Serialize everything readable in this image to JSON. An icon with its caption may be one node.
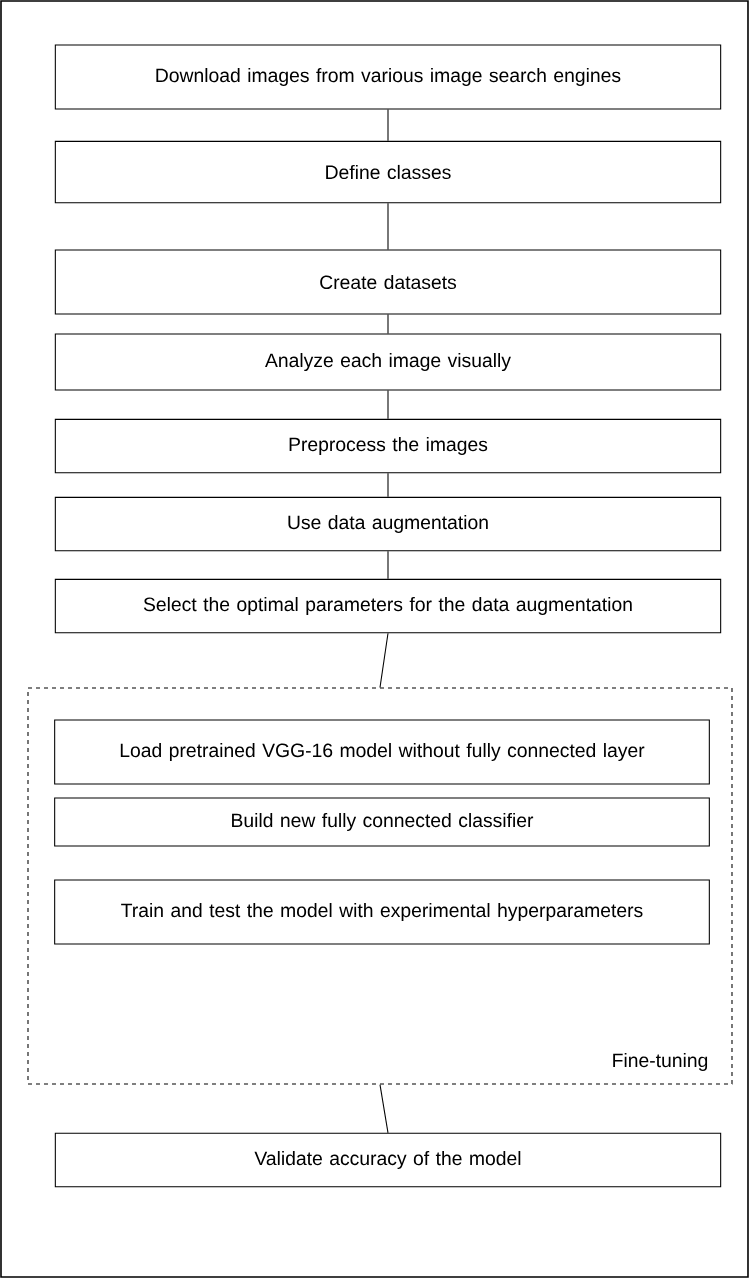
{
  "diagram": {
    "nodes": [
      {
        "text": [
          "Download images from various image search engines"
        ]
      },
      {
        "text": [
          "Define classes"
        ]
      },
      {
        "text": [
          "Create datasets"
        ]
      },
      {
        "text": [
          "Analyze each image visually"
        ]
      },
      {
        "text": [
          "Preprocess the images"
        ]
      },
      {
        "text": [
          "Use data augmentation"
        ]
      },
      {
        "text": [
          "Select the optimal parameters for the data augmentation"
        ]
      },
      {
        "text": [
          "Fine-tuning"
        ]
      },
      {
        "text": [
          "Load pretrained VGG-16 model without fully connected layer"
        ],
        "in": 7
      },
      {
        "text": [
          "Build new fully connected classifier"
        ],
        "in": 7
      },
      {
        "text": [
          "Train and test the model with experimental hyperparameters"
        ],
        "in": 7
      },
      {
        "text": [
          "Validate accuracy of the model"
        ]
      }
    ],
    "edges": [
      {
        "from": 0,
        "to": 1,
        "arrow": "none"
      },
      {
        "from": 1,
        "to": 2,
        "arrow": "none"
      },
      {
        "from": 2,
        "to": 3,
        "arrow": "none"
      },
      {
        "from": 3,
        "to": 4,
        "arrow": "none"
      },
      {
        "from": 4,
        "to": 5,
        "arrow": "none"
      },
      {
        "from": 5,
        "to": 6,
        "arrow": "none"
      },
      {
        "from": 6,
        "to": 7,
        "arrow": "none"
      },
      {
        "from": 7,
        "to": 11,
        "arrow": "none"
      }
    ]
  }
}
